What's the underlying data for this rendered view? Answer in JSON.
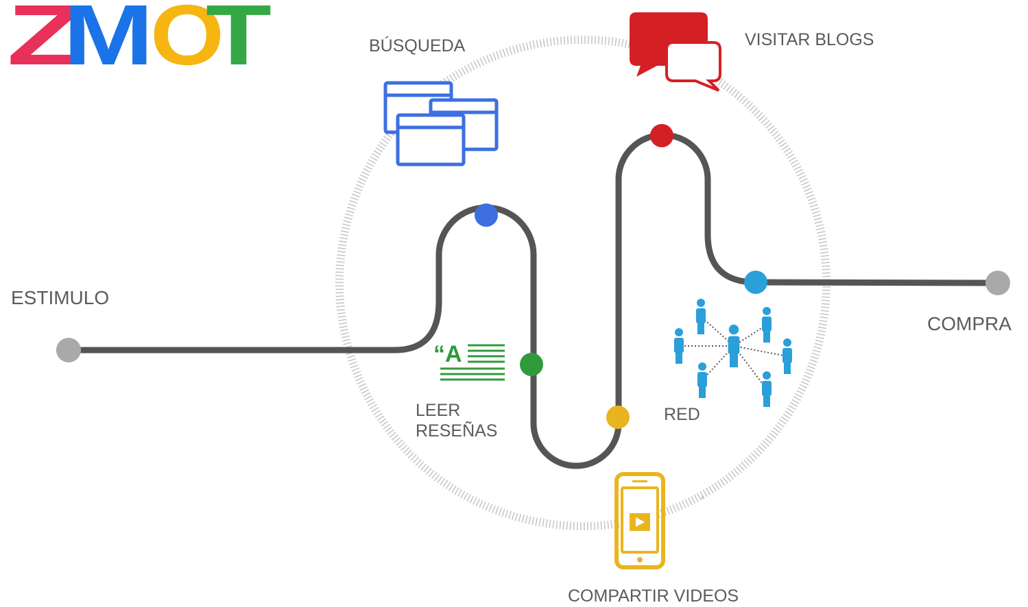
{
  "logo": {
    "letters": [
      {
        "char": "Z",
        "color": "#e8315a"
      },
      {
        "char": "M",
        "color": "#1a73e8"
      },
      {
        "char": "O",
        "color": "#f6b511"
      },
      {
        "char": "T",
        "color": "#35a845"
      }
    ]
  },
  "labels": {
    "start": "ESTIMULO",
    "end": "COMPRA",
    "search": "BÚSQUEDA",
    "blogs": "VISITAR BLOGS",
    "reviews_line1": "LEER",
    "reviews_line2": "RESEÑAS",
    "network": "RED",
    "videos": "COMPARTIR VIDEOS"
  },
  "review_icon_glyph": "“A",
  "colors": {
    "path": "#555555",
    "endpoint": "#a9a9a9",
    "ring": "#c4c4c4",
    "search_blue": "#3d6fe0",
    "blogs_red": "#d42024",
    "reviews_green": "#2f9a3c",
    "videos_yellow": "#e9b51f",
    "network_cyan": "#2a9fda"
  },
  "icons": [
    "browser-windows-icon",
    "chat-bubbles-icon",
    "review-text-icon",
    "network-people-icon",
    "smartphone-video-icon"
  ]
}
